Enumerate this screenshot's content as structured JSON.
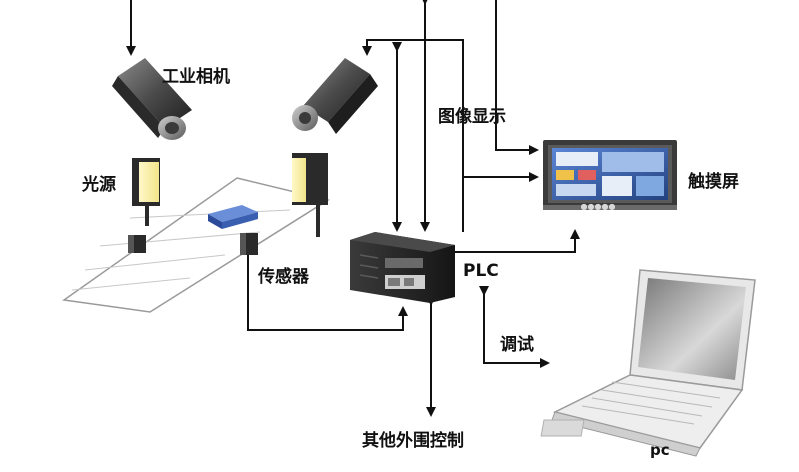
{
  "labels": {
    "camera": "工业相机",
    "light": "光源",
    "sensor": "传感器",
    "display": "图像显示",
    "touchscreen": "触摸屏",
    "plc": "PLC",
    "debug": "调试",
    "external": "其他外围控制",
    "pc": "pc"
  },
  "colors": {
    "line": "#111111",
    "conveyor_edge": "#9a9a9a",
    "light_glow": "#f6efb0",
    "screen_blue": "#3a5fb0",
    "device_dark": "#2a2a2a"
  },
  "icons": [
    "camera-left-icon",
    "camera-right-icon",
    "light-source-icon",
    "conveyor-belt",
    "sensor-icon",
    "plc-icon",
    "touchscreen-icon",
    "laptop-icon"
  ]
}
